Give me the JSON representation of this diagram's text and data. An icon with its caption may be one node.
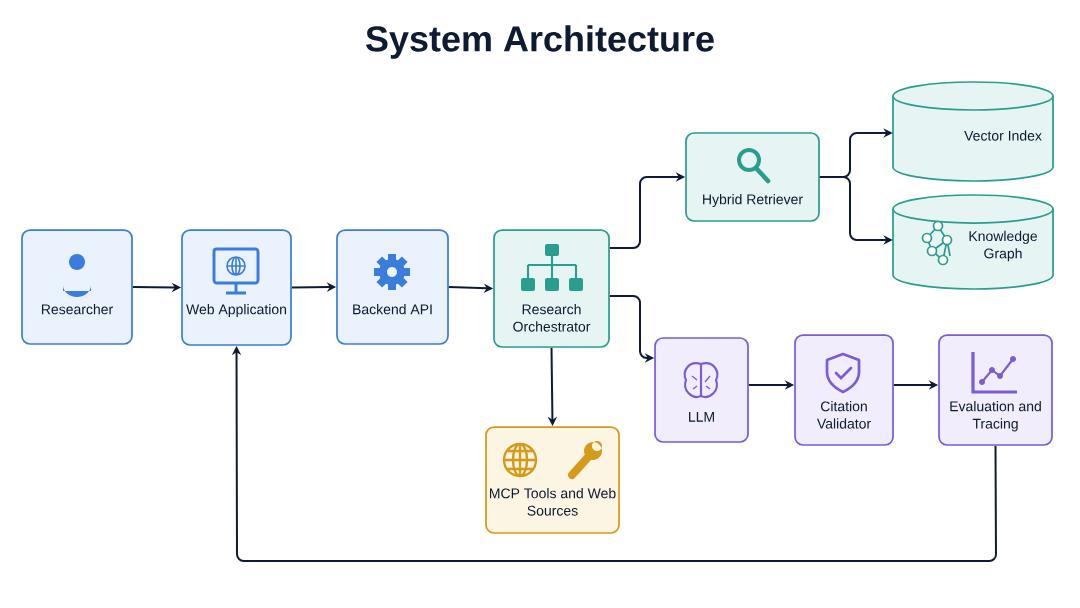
{
  "diagram": {
    "title": "System Architecture",
    "nodes": [
      {
        "text": [
          "Researcher"
        ]
      },
      {
        "text": [
          "Web Application"
        ]
      },
      {
        "text": [
          "Backend API"
        ]
      },
      {
        "text": [
          "Research Orchestrator"
        ]
      },
      {
        "text": [
          "Hybrid Retriever"
        ]
      },
      {
        "text": [
          "Vector Index"
        ]
      },
      {
        "text": [
          "Knowledge Graph"
        ]
      },
      {
        "text": [
          "LLM"
        ]
      },
      {
        "text": [
          "Citation Validator"
        ]
      },
      {
        "text": [
          "Evaluation and Tracing"
        ]
      },
      {
        "text": [
          "MCP Tools and Web Sources"
        ]
      }
    ],
    "edges": [
      {
        "from": 0,
        "to": 1,
        "arrow": "to"
      },
      {
        "from": 1,
        "to": 2,
        "arrow": "to"
      },
      {
        "from": 2,
        "to": 3,
        "arrow": "to"
      },
      {
        "from": 3,
        "to": 4,
        "arrow": "to"
      },
      {
        "from": 4,
        "to": 5,
        "arrow": "to"
      },
      {
        "from": 4,
        "to": 6,
        "arrow": "to"
      },
      {
        "from": 3,
        "to": 7,
        "arrow": "to"
      },
      {
        "from": 7,
        "to": 8,
        "arrow": "to"
      },
      {
        "from": 8,
        "to": 9,
        "arrow": "to"
      },
      {
        "from": 3,
        "to": 10,
        "arrow": "to"
      },
      {
        "from": 9,
        "to": 1,
        "arrow": "to"
      }
    ]
  }
}
